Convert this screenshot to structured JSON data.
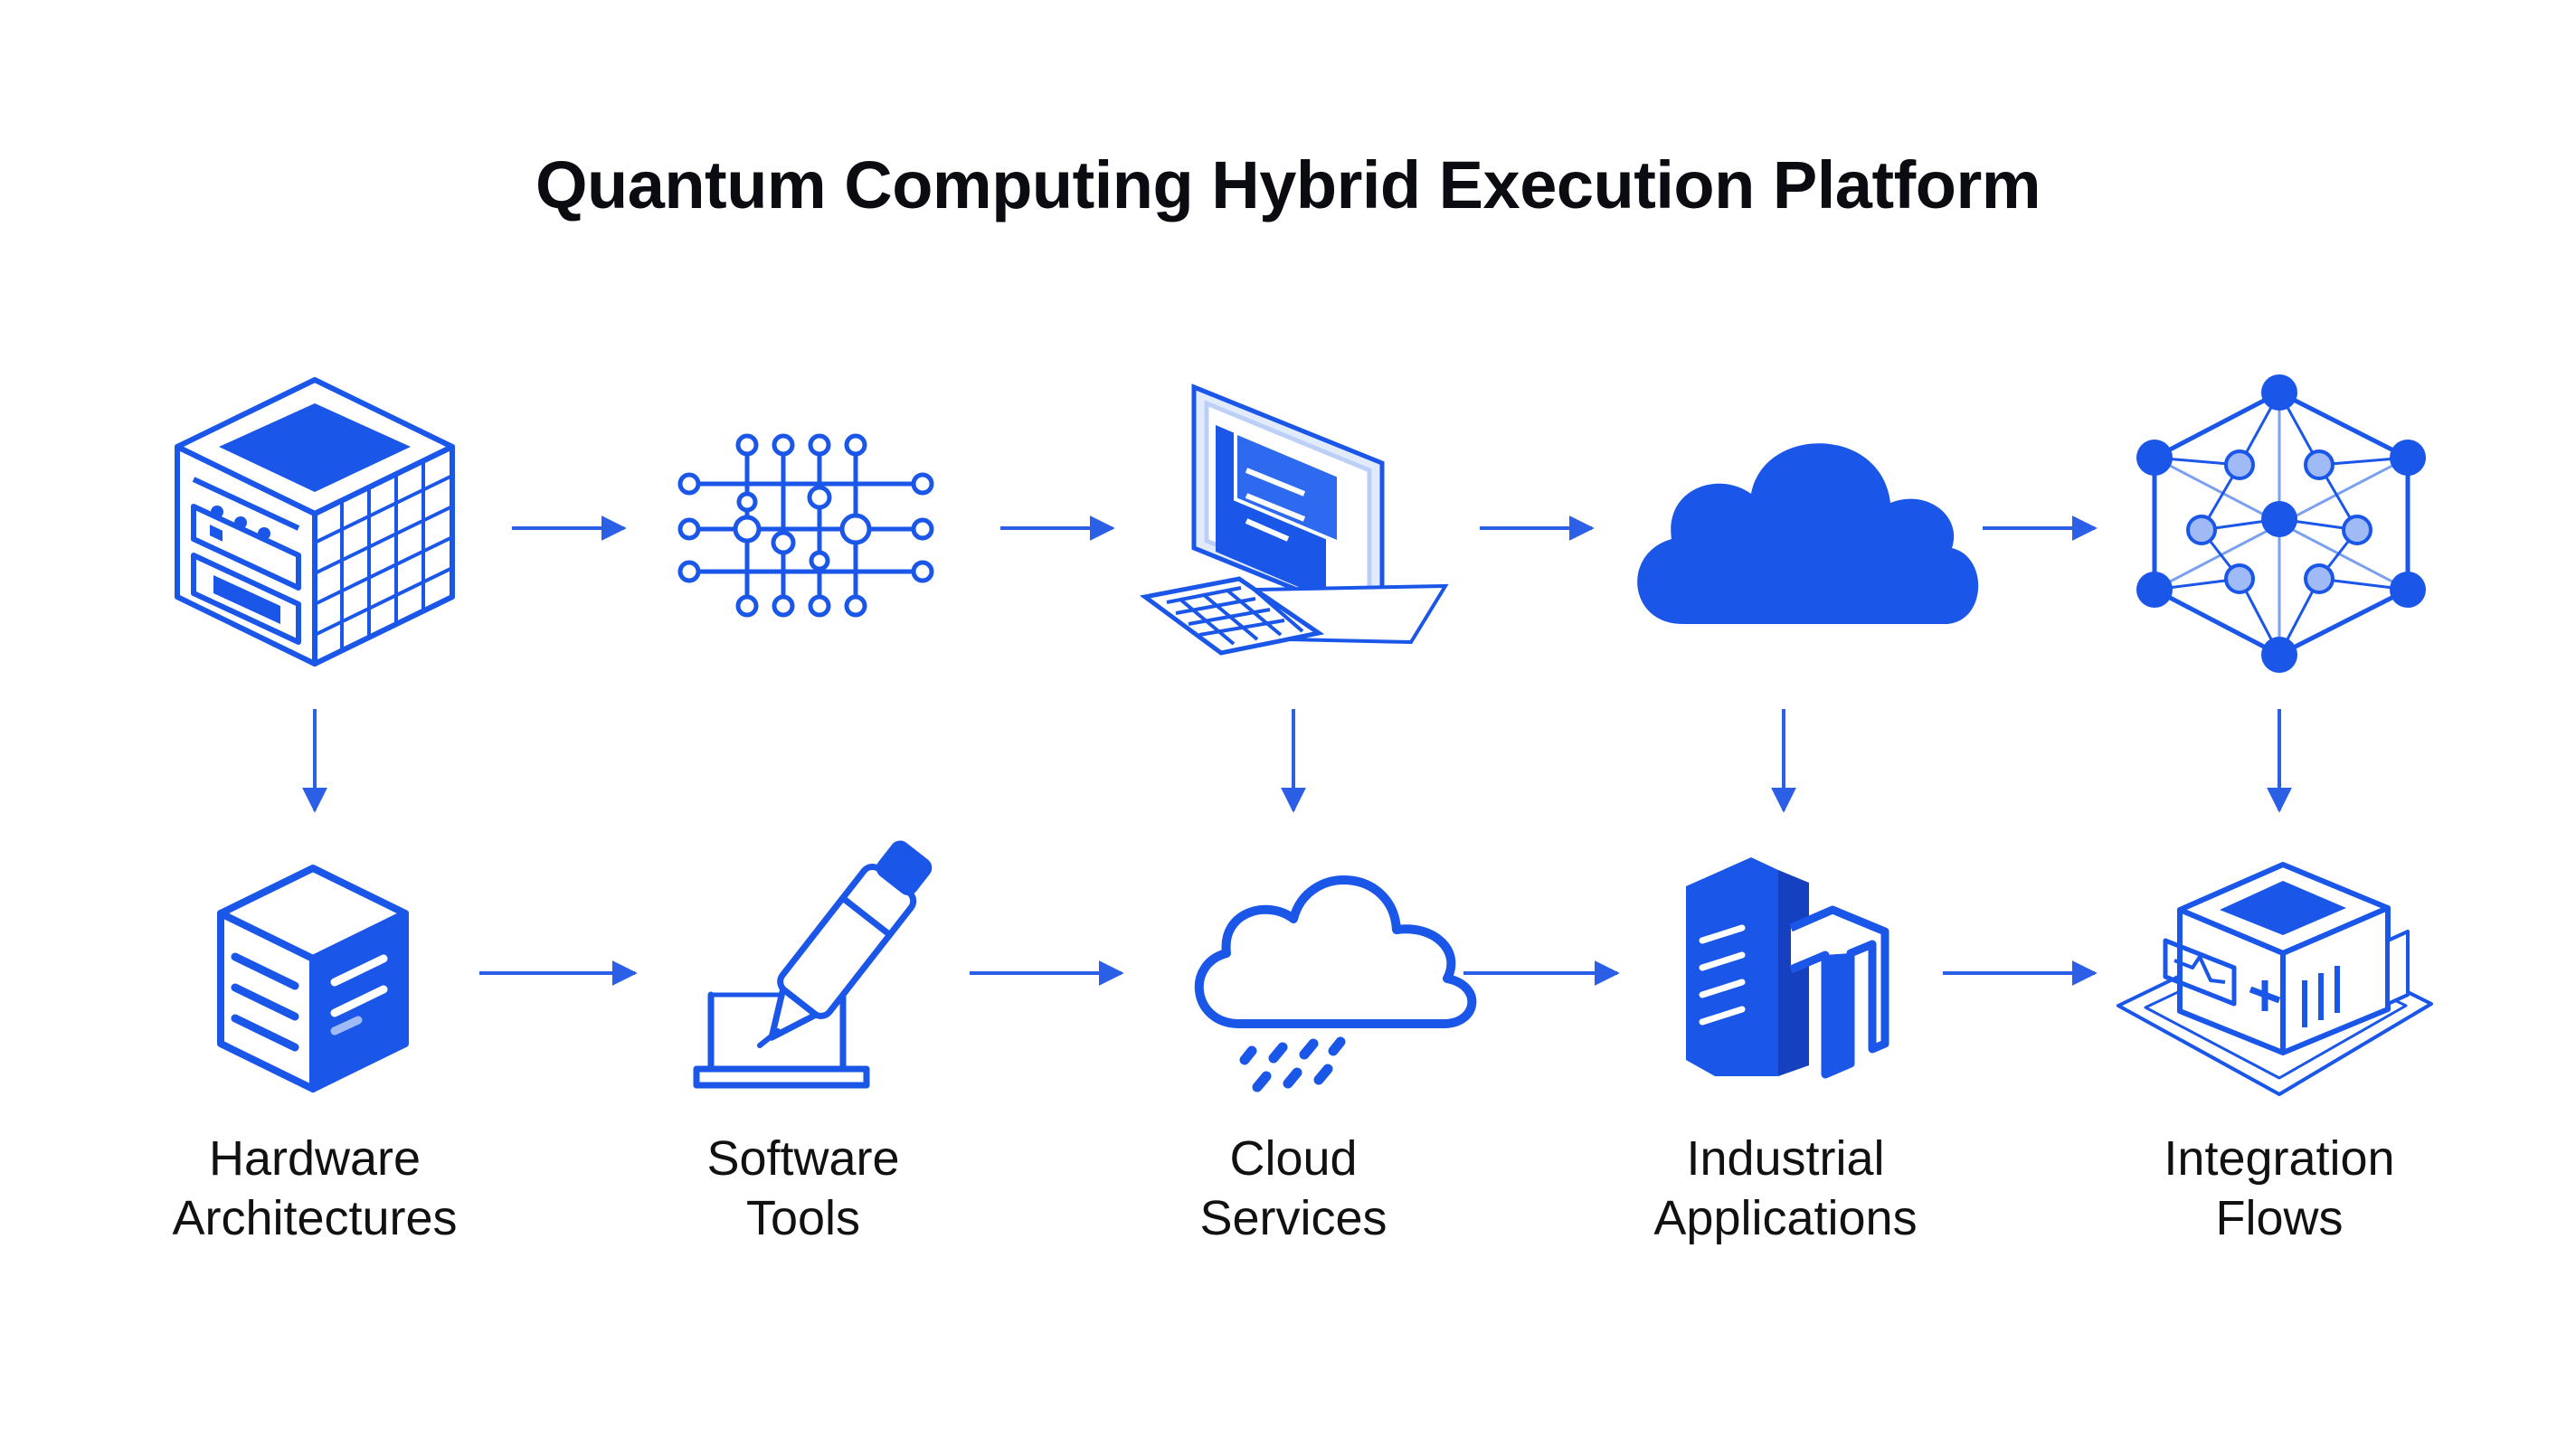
{
  "title": "Quantum Computing Hybrid Execution Platform",
  "colors": {
    "primary": "#1a56e8",
    "dark": "#1740c8",
    "light": "#bcd0f7",
    "line": "#2a5fe6",
    "text": "#111111"
  },
  "top_row": [
    {
      "icon": "server-cube-icon"
    },
    {
      "icon": "quantum-circuit-icon"
    },
    {
      "icon": "desktop-computer-icon"
    },
    {
      "icon": "cloud-icon"
    },
    {
      "icon": "network-hexagon-icon"
    }
  ],
  "bottom_row": [
    {
      "icon": "storage-box-icon",
      "label": [
        "Hardware",
        "Architectures"
      ]
    },
    {
      "icon": "dropper-tool-icon",
      "label": [
        "Software",
        "Tools"
      ]
    },
    {
      "icon": "rain-cloud-icon",
      "label": [
        "Cloud",
        "Services"
      ]
    },
    {
      "icon": "industrial-building-icon",
      "label": [
        "Industrial",
        "Applications"
      ]
    },
    {
      "icon": "integration-chip-icon",
      "label": [
        "Integration",
        "Flows"
      ]
    }
  ]
}
